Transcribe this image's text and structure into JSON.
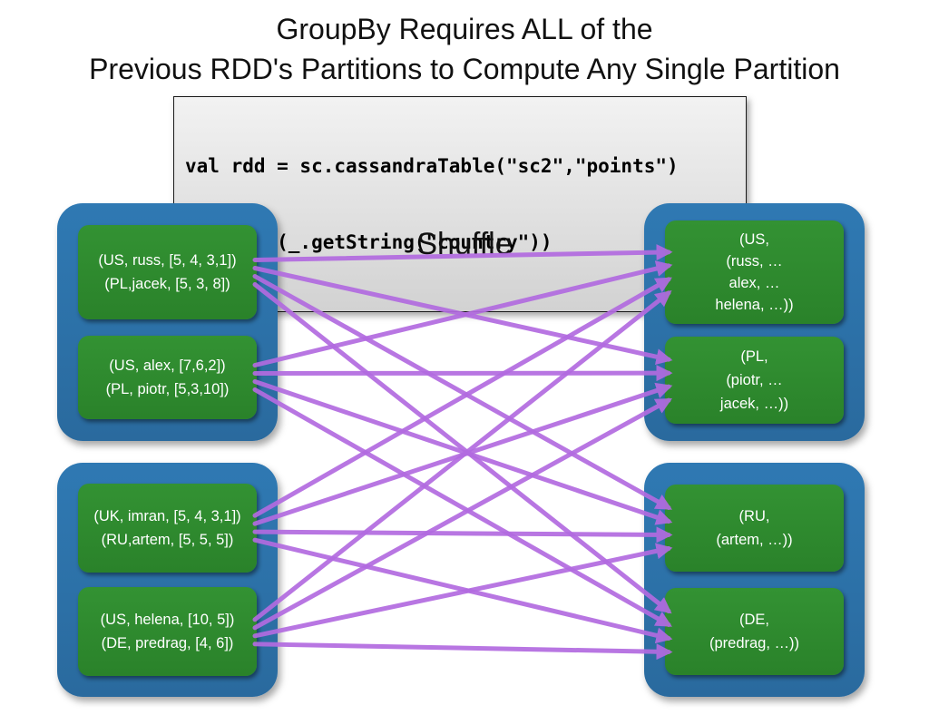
{
  "title": {
    "line1": "GroupBy Requires ALL of the",
    "line2": "Previous RDD's Partitions to Compute Any Single Partition"
  },
  "code": {
    "line1": "val rdd = sc.cassandraTable(\"sc2\",\"points\")",
    "line2": ".groupBy(_.getString(\"country\"))"
  },
  "shuffle_label": "Shuffle",
  "left_partitions": [
    {
      "id": "L0",
      "lines": [
        "(US, russ, [5, 4, 3,1])",
        "(PL,jacek, [5, 3, 8])"
      ]
    },
    {
      "id": "L1",
      "lines": [
        "(US, alex, [7,6,2])",
        "(PL, piotr, [5,3,10])"
      ]
    },
    {
      "id": "L2",
      "lines": [
        "(UK, imran, [5, 4, 3,1])",
        "(RU,artem, [5, 5, 5])"
      ]
    },
    {
      "id": "L3",
      "lines": [
        "(US, helena, [10, 5])",
        "(DE, predrag, [4, 6])"
      ]
    }
  ],
  "right_partitions": [
    {
      "id": "R0",
      "lines": [
        "(US,",
        "(russ, …",
        "alex, …",
        "helena, …))"
      ]
    },
    {
      "id": "R1",
      "lines": [
        "(PL,",
        "(piotr, …",
        "jacek, …))"
      ]
    },
    {
      "id": "R2",
      "lines": [
        "(RU,",
        "(artem, …))"
      ]
    },
    {
      "id": "R3",
      "lines": [
        "(DE,",
        "(predrag, …))"
      ]
    }
  ],
  "edges": [
    {
      "from": "L0",
      "to": "R0"
    },
    {
      "from": "L0",
      "to": "R1"
    },
    {
      "from": "L0",
      "to": "R2"
    },
    {
      "from": "L0",
      "to": "R3"
    },
    {
      "from": "L1",
      "to": "R0"
    },
    {
      "from": "L1",
      "to": "R1"
    },
    {
      "from": "L1",
      "to": "R2"
    },
    {
      "from": "L1",
      "to": "R3"
    },
    {
      "from": "L2",
      "to": "R0"
    },
    {
      "from": "L2",
      "to": "R1"
    },
    {
      "from": "L2",
      "to": "R2"
    },
    {
      "from": "L2",
      "to": "R3"
    },
    {
      "from": "L3",
      "to": "R0"
    },
    {
      "from": "L3",
      "to": "R1"
    },
    {
      "from": "L3",
      "to": "R2"
    },
    {
      "from": "L3",
      "to": "R3"
    }
  ],
  "colors": {
    "container_blue": "#2d72a8",
    "box_green": "#2e8b2e",
    "arrow_purple": "#b26be0",
    "code_bg": "#e5e5e5",
    "text_white": "#ffffff"
  }
}
